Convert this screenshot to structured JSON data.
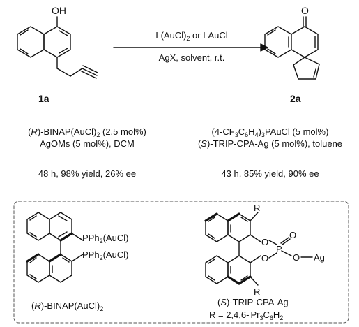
{
  "reaction": {
    "reagent_line1": "L(AuCl)2 or LAuCl",
    "reagent_line2": "AgX, solvent, r.t.",
    "substrate_label": "1a",
    "product_label": "2a",
    "substrate_atom_oh": "OH",
    "product_atom_o": "O"
  },
  "condition_left": {
    "line1_prefix": "(",
    "line1_stereo": "R",
    "line1_rest": ")-BINAP(AuCl)",
    "line1_sub": "2",
    "line1_suffix": " (2.5 mol%)",
    "line2": "AgOMs (5 mol%), DCM",
    "result": "48 h, 98% yield, 26% ee"
  },
  "condition_right": {
    "line1_a": "(4-CF",
    "line1_sub1": "3",
    "line1_b": "C",
    "line1_sub2": "6",
    "line1_c": "H",
    "line1_sub3": "4",
    "line1_d": ")",
    "line1_sub4": "3",
    "line1_e": "PAuCl (5 mol%)",
    "line2_prefix": "(",
    "line2_stereo": "S",
    "line2_rest": ")-TRIP-CPA-Ag (5 mol%), toluene",
    "result": "43 h, 85% yield, 90% ee"
  },
  "ligands": {
    "binap_pph2_top": "PPh2(AuCl)",
    "binap_pph2_bottom": "PPh2(AuCl)",
    "binap_name_prefix": "(",
    "binap_name_stereo": "R",
    "binap_name_rest": ")-BINAP(AuCl)",
    "binap_name_sub": "2",
    "cpa_r_top": "R",
    "cpa_r_bottom": "R",
    "cpa_o1": "O",
    "cpa_o2": "O",
    "cpa_p": "P",
    "cpa_o_double": "O",
    "cpa_o_ag": "O",
    "cpa_ag": "Ag",
    "cpa_name_prefix": "(",
    "cpa_name_stereo": "S",
    "cpa_name_rest": ")-TRIP-CPA-Ag",
    "cpa_r_def_a": "R = 2,4,6-",
    "cpa_r_def_i": "i",
    "cpa_r_def_b": "Pr",
    "cpa_r_def_sub1": "3",
    "cpa_r_def_c": "C",
    "cpa_r_def_sub2": "6",
    "cpa_r_def_d": "H",
    "cpa_r_def_sub3": "2"
  },
  "colors": {
    "ink": "#111111",
    "box_border": "#555555"
  }
}
